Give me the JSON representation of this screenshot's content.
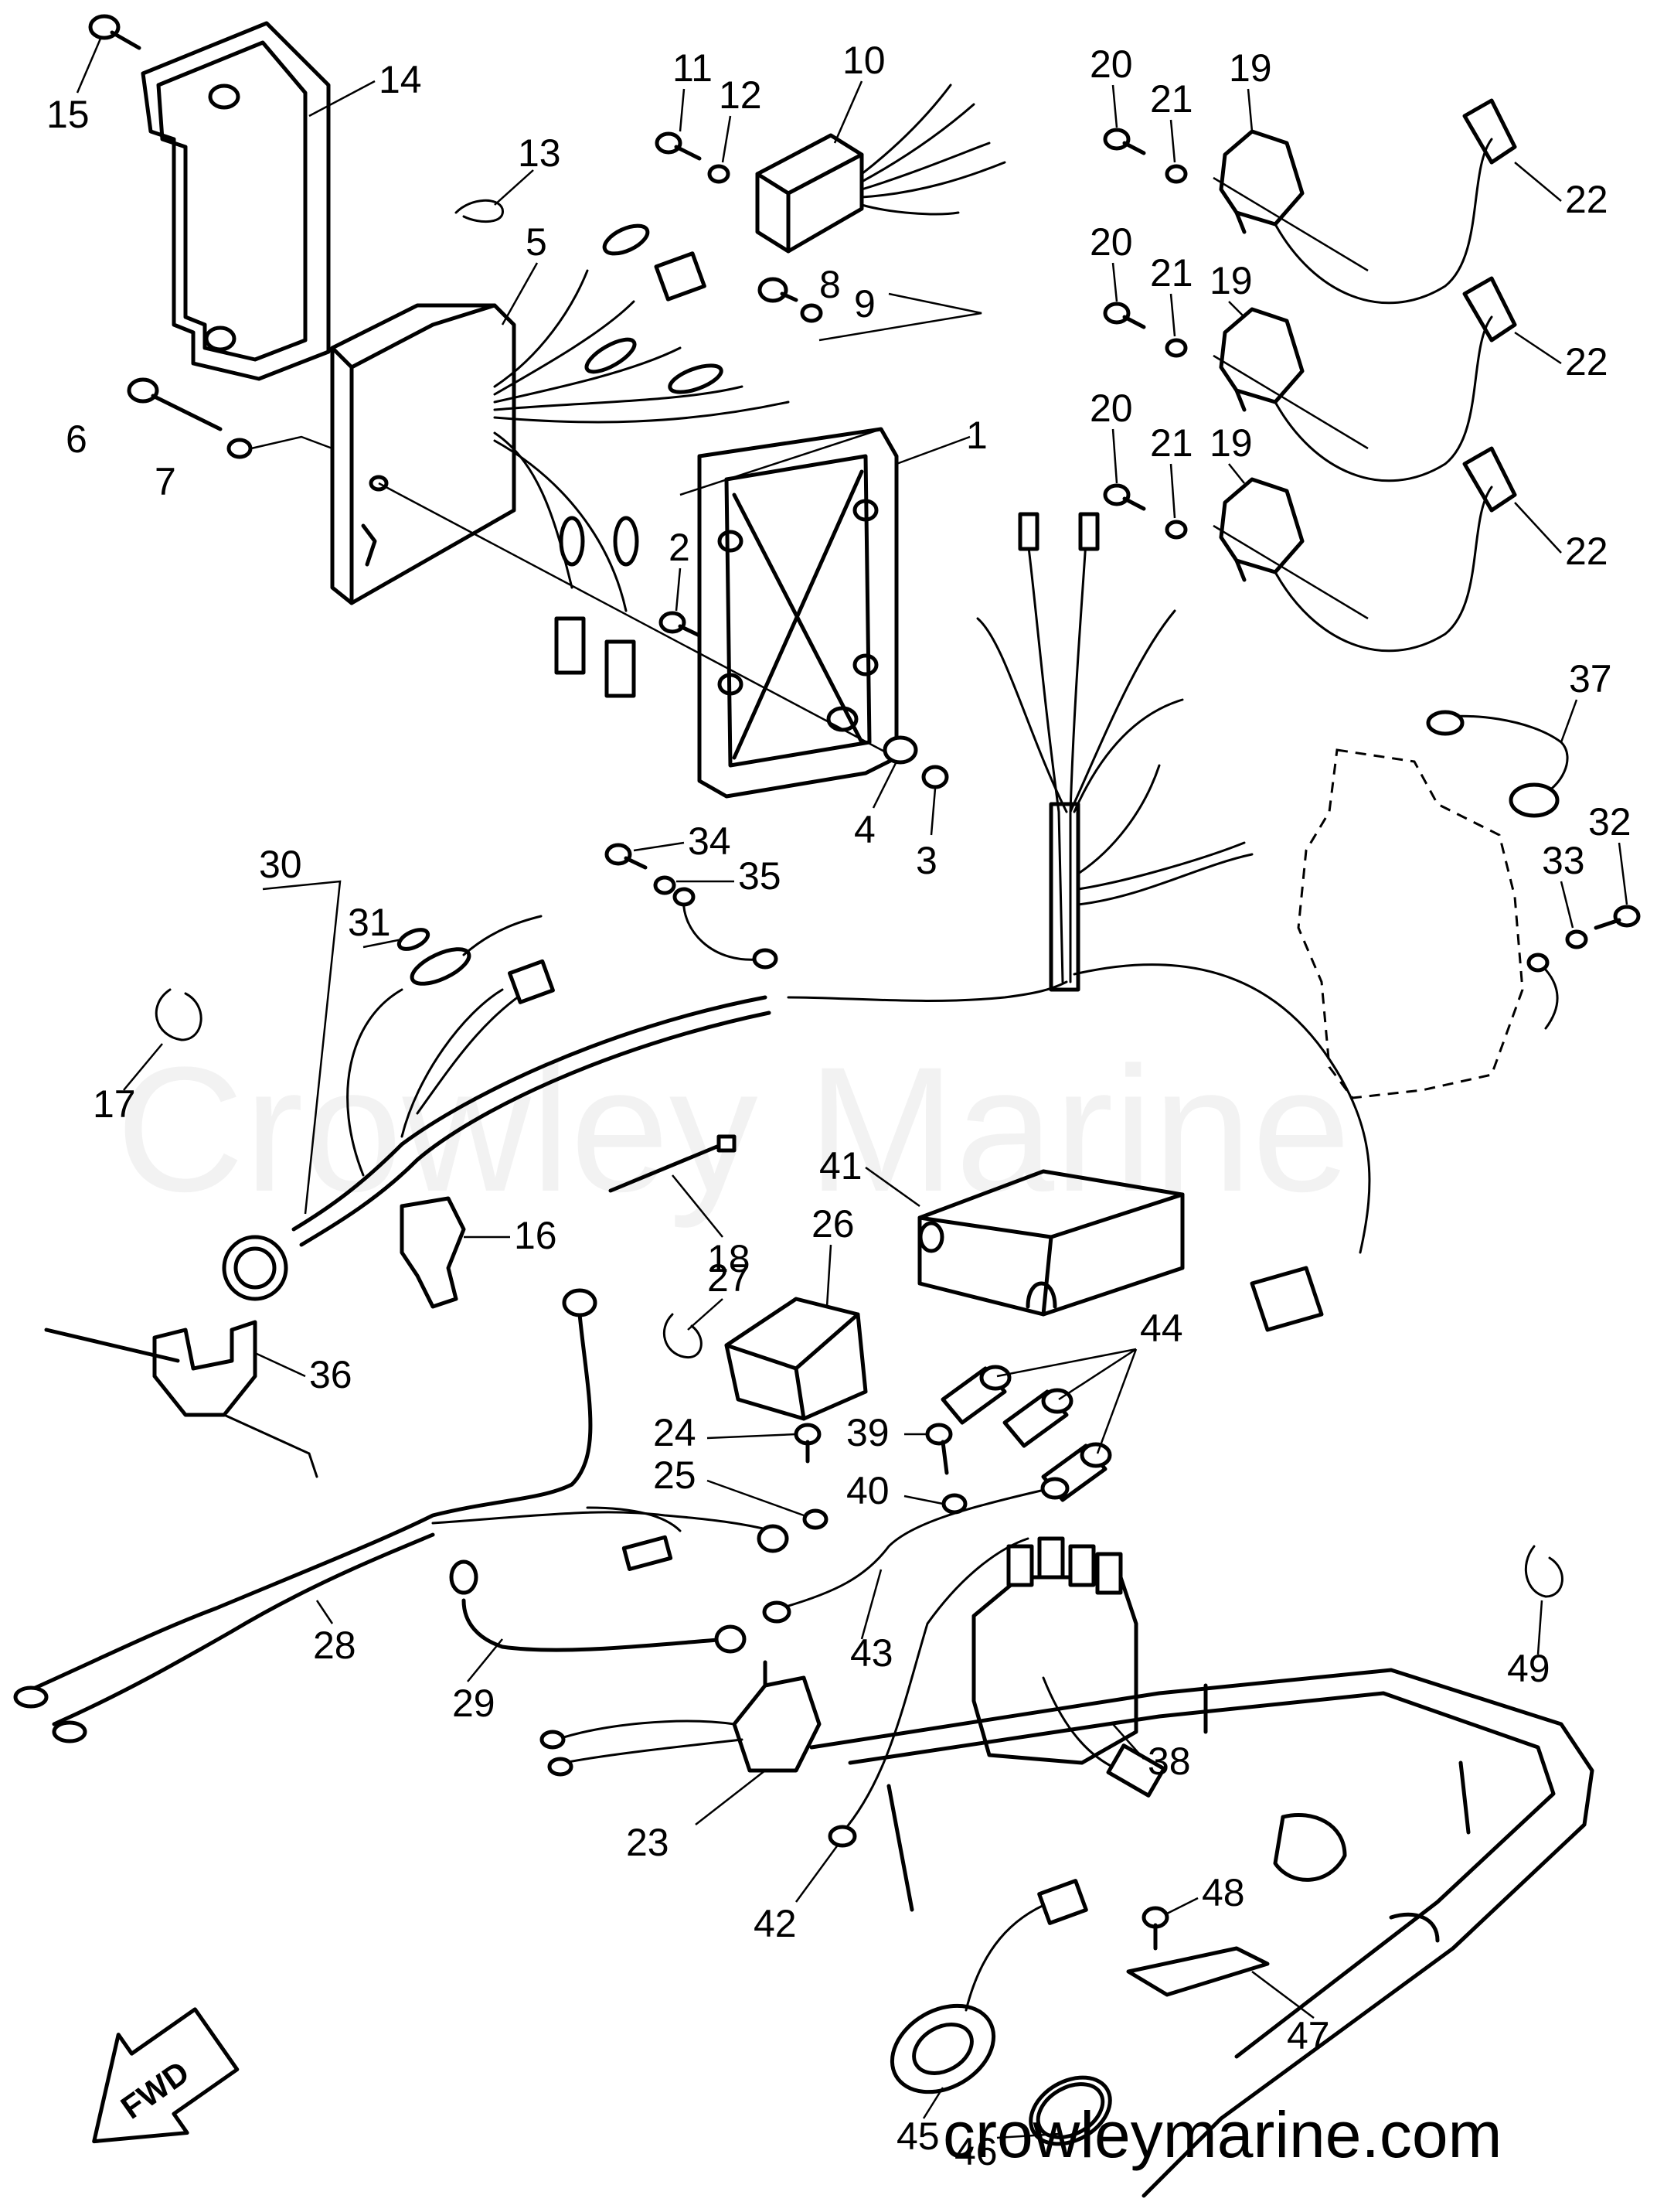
{
  "watermark": "Crowley Marine",
  "site": "crowleymarine.com",
  "fwd_label": "FWD",
  "labels": [
    {
      "n": "1"
    },
    {
      "n": "2"
    },
    {
      "n": "3"
    },
    {
      "n": "4"
    },
    {
      "n": "5"
    },
    {
      "n": "6"
    },
    {
      "n": "7"
    },
    {
      "n": "8"
    },
    {
      "n": "9"
    },
    {
      "n": "10"
    },
    {
      "n": "11"
    },
    {
      "n": "12"
    },
    {
      "n": "13"
    },
    {
      "n": "14"
    },
    {
      "n": "15"
    },
    {
      "n": "16"
    },
    {
      "n": "17"
    },
    {
      "n": "18"
    },
    {
      "n": "19"
    },
    {
      "n": "19"
    },
    {
      "n": "19"
    },
    {
      "n": "20"
    },
    {
      "n": "20"
    },
    {
      "n": "20"
    },
    {
      "n": "21"
    },
    {
      "n": "21"
    },
    {
      "n": "21"
    },
    {
      "n": "22"
    },
    {
      "n": "22"
    },
    {
      "n": "22"
    },
    {
      "n": "23"
    },
    {
      "n": "24"
    },
    {
      "n": "25"
    },
    {
      "n": "26"
    },
    {
      "n": "27"
    },
    {
      "n": "28"
    },
    {
      "n": "29"
    },
    {
      "n": "30"
    },
    {
      "n": "31"
    },
    {
      "n": "32"
    },
    {
      "n": "33"
    },
    {
      "n": "34"
    },
    {
      "n": "35"
    },
    {
      "n": "36"
    },
    {
      "n": "37"
    },
    {
      "n": "38"
    },
    {
      "n": "39"
    },
    {
      "n": "40"
    },
    {
      "n": "41"
    },
    {
      "n": "42"
    },
    {
      "n": "43"
    },
    {
      "n": "44"
    },
    {
      "n": "45"
    },
    {
      "n": "46"
    },
    {
      "n": "47"
    },
    {
      "n": "48"
    },
    {
      "n": "49"
    }
  ]
}
